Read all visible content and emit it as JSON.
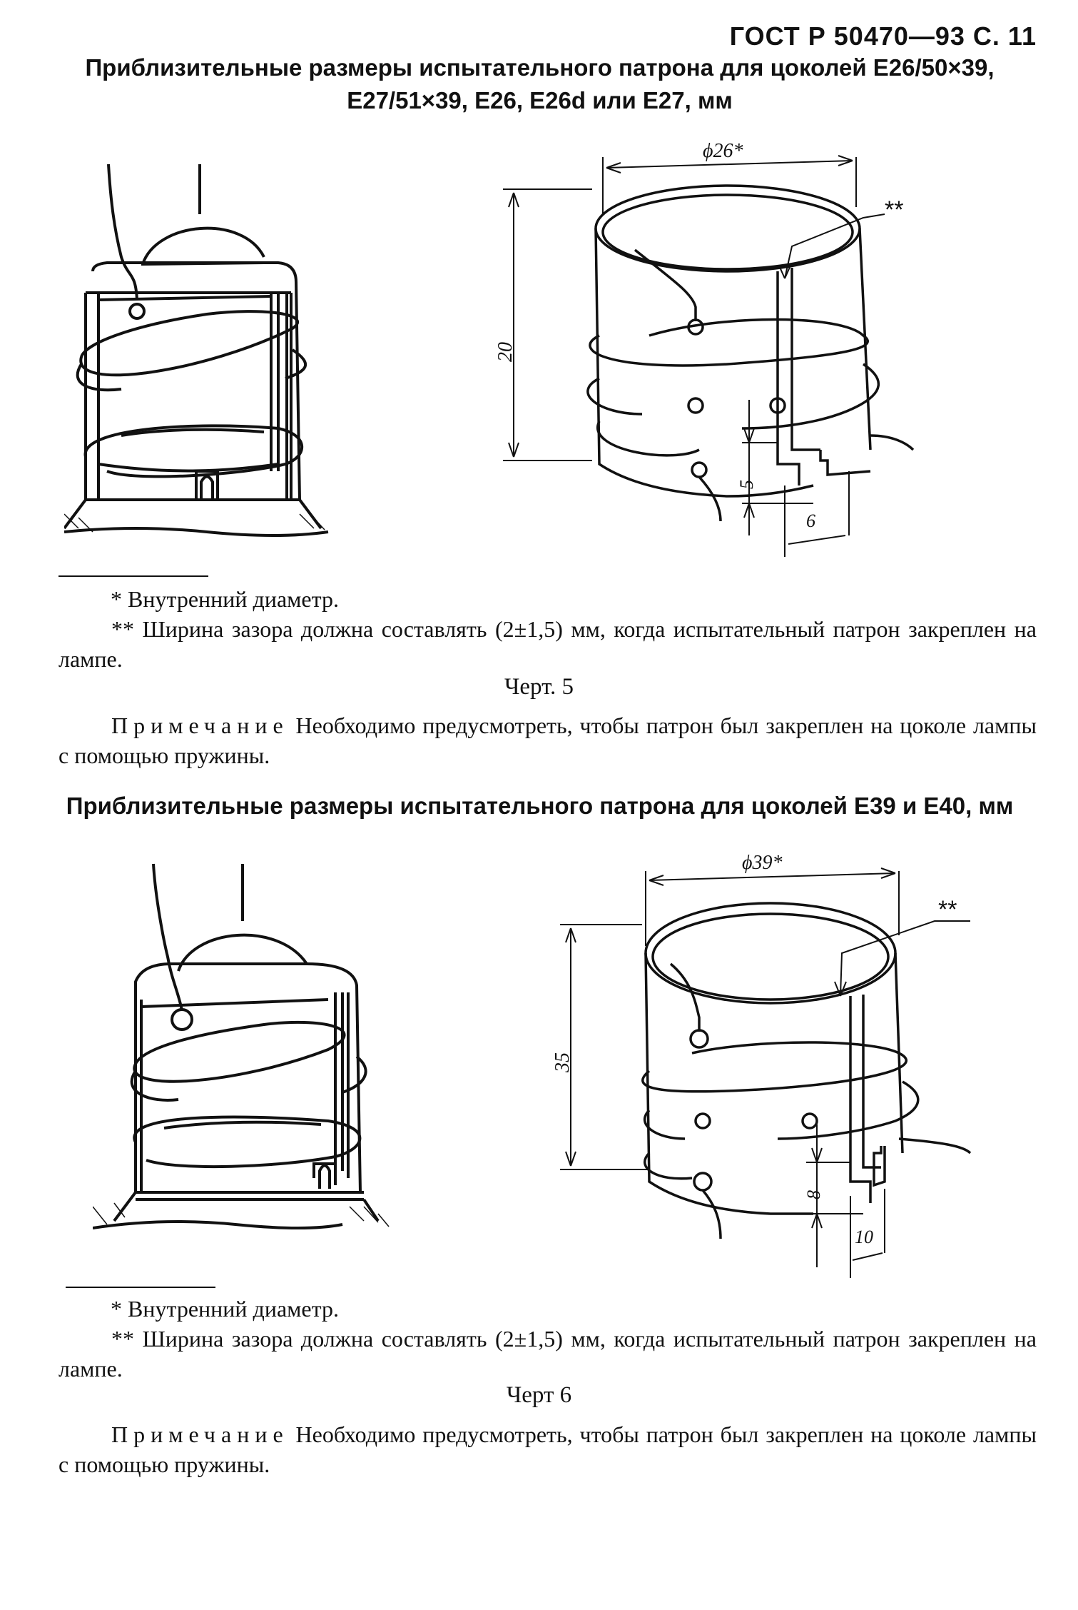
{
  "header": "ГОСТ Р 50470—93 С. 11",
  "fig5": {
    "title_line1": "Приблизительные размеры испытательного патрона для цоколей E26/50×39,",
    "title_line2": "E27/51×39, E26, E26d или E27, мм",
    "diameter_label": "ϕ26*",
    "gap_label": "**",
    "height_label": "20",
    "slot_depth_label": "5",
    "slot_width_label": "6",
    "footnote1": "* Внутренний диаметр.",
    "footnote2": "** Ширина зазора должна составлять (2±1,5) мм, когда испытательный патрон закреплен на лампе.",
    "caption": "Черт. 5",
    "note_word": "Примечание",
    "note_text": "Необходимо предусмотреть, чтобы патрон был закреплен на цоколе лампы с помощью пружины."
  },
  "fig6": {
    "title": "Приблизительные размеры испытательного патрона для цоколей E39 и E40, мм",
    "diameter_label": "ϕ39*",
    "gap_label": "**",
    "height_label": "35",
    "slot_depth_label": "8",
    "slot_width_label": "10",
    "footnote1": "* Внутренний диаметр.",
    "footnote2": "** Ширина зазора должна составлять (2±1,5) мм, когда испытательный патрон закреплен на лампе.",
    "caption": "Черт 6",
    "note_word": "Примечание",
    "note_text": "Необходимо предусмотреть, чтобы патрон был закреплен на цоколе лампы с помощью пружины."
  }
}
